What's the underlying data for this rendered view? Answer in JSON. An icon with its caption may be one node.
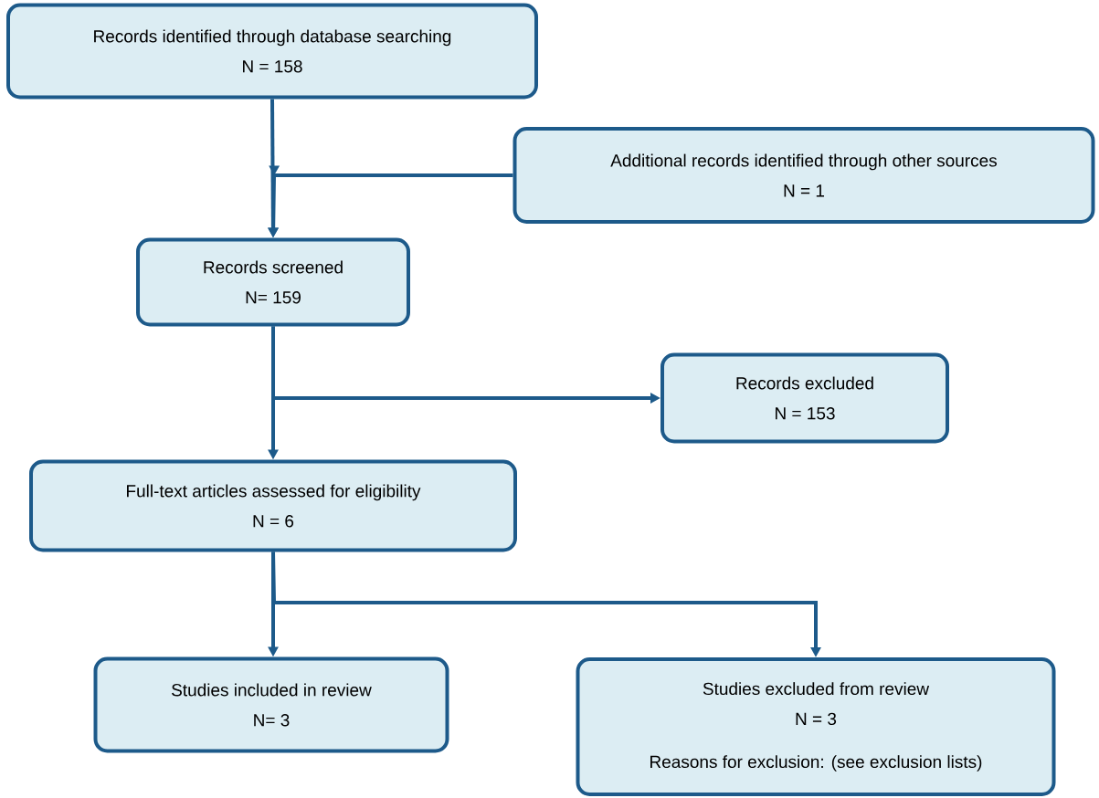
{
  "diagram": {
    "nodes": [
      {
        "text": [
          "Records identified through database searching",
          "N = 158"
        ]
      },
      {
        "text": [
          "Additional records identified through other sources",
          "N = 1"
        ]
      },
      {
        "text": [
          "Records screened",
          "N= 159"
        ]
      },
      {
        "text": [
          "Records excluded",
          "N = 153"
        ]
      },
      {
        "text": [
          "Full-text articles assessed for eligibility",
          "N = 6"
        ]
      },
      {
        "text": [
          "Studies included in review",
          "N= 3"
        ]
      },
      {
        "text": [
          "Studies excluded from review",
          "N = 3",
          "Reasons for exclusion: (see exclusion lists)"
        ]
      }
    ],
    "edges": [
      {
        "from": 0,
        "to": 2,
        "arrow": "to"
      },
      {
        "from": 1,
        "to": 2,
        "arrow": "to"
      },
      {
        "from": 2,
        "to": 4,
        "arrow": "to"
      },
      {
        "from": 2,
        "to": 3,
        "arrow": "to"
      },
      {
        "from": 4,
        "to": 5,
        "arrow": "to"
      },
      {
        "from": 4,
        "to": 6,
        "arrow": "to"
      }
    ]
  }
}
